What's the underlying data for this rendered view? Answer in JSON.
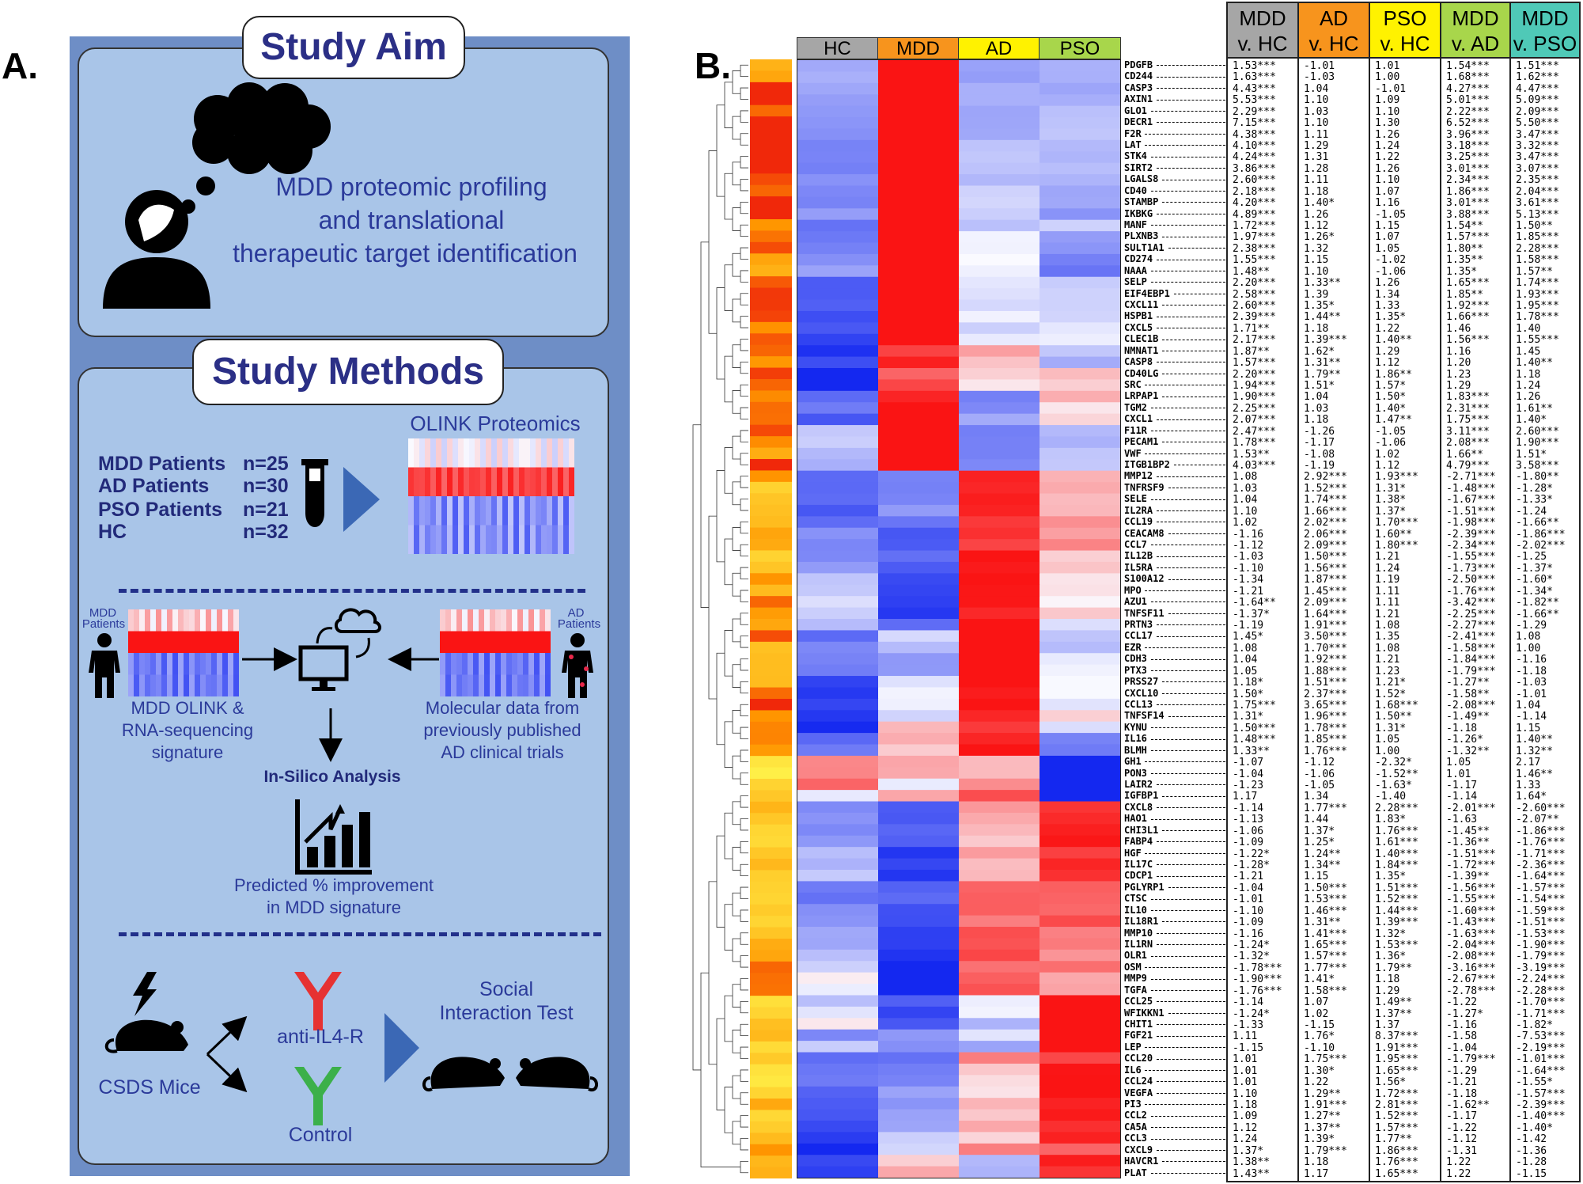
{
  "panel_a": {
    "letter": "A.",
    "aim_title": "Study Aim",
    "aim_text": [
      "MDD proteomic profiling",
      "and translational",
      "therapeutic target identification"
    ],
    "methods_title": "Study Methods",
    "olink_label": "OLINK Proteomics",
    "cohorts": [
      {
        "name": "MDD Patients",
        "n": "n=25"
      },
      {
        "name": "AD Patients",
        "n": "n=30"
      },
      {
        "name": "PSO Patients",
        "n": "n=21"
      },
      {
        "name": "HC",
        "n": "n=32"
      }
    ],
    "mdd_patients_label": [
      "MDD",
      "Patients"
    ],
    "ad_patients_label": [
      "AD",
      "Patients"
    ],
    "mdd_signature_label": [
      "MDD OLINK &",
      "RNA-sequencing",
      "signature"
    ],
    "molecular_label": [
      "Molecular data from",
      "previously published",
      "AD clinical trials"
    ],
    "insilico_label": "In-Silico Analysis",
    "predicted_label": [
      "Predicted % improvement",
      "in MDD signature"
    ],
    "csds_label": "CSDS Mice",
    "treatment_label": "anti-IL4-R",
    "control_label": "Control",
    "social_label": [
      "Social",
      "Interaction Test"
    ],
    "colors": {
      "treatment": "#e63232",
      "control": "#3cb04a",
      "text_blue": "#2b3a9a",
      "navy": "#222a7a"
    }
  },
  "panel_b": {
    "letter": "B.",
    "heatmap_columns": [
      {
        "label": "HC",
        "color": "#a6a6a6"
      },
      {
        "label": "MDD",
        "color": "#f7941d"
      },
      {
        "label": "AD",
        "color": "#fff200"
      },
      {
        "label": "PSO",
        "color": "#a8d64b"
      }
    ],
    "table_headers": [
      {
        "line1": "MDD",
        "line2": "v. HC",
        "color": "#a6a6a6"
      },
      {
        "line1": "AD",
        "line2": "v. HC",
        "color": "#f7941d"
      },
      {
        "line1": "PSO",
        "line2": "v. HC",
        "color": "#fff200"
      },
      {
        "line1": "MDD",
        "line2": "v. AD",
        "color": "#a8d64b"
      },
      {
        "line1": "MDD",
        "line2": "v. PSO",
        "color": "#4fc9b7"
      }
    ],
    "rows": [
      [
        "PDGFB",
        "1.53***",
        "-1.01",
        "1.01",
        "1.54***",
        "1.51***"
      ],
      [
        "CD244",
        "1.63***",
        "-1.03",
        "1.00",
        "1.68***",
        "1.62***"
      ],
      [
        "CASP3",
        "4.43***",
        "1.04",
        "-1.01",
        "4.27***",
        "4.47***"
      ],
      [
        "AXIN1",
        "5.53***",
        "1.10",
        "1.09",
        "5.01***",
        "5.09***"
      ],
      [
        "GLO1",
        "2.29***",
        "1.03",
        "1.10",
        "2.22***",
        "2.09***"
      ],
      [
        "DECR1",
        "7.15***",
        "1.10",
        "1.30",
        "6.52***",
        "5.50***"
      ],
      [
        "F2R",
        "4.38***",
        "1.11",
        "1.26",
        "3.96***",
        "3.47***"
      ],
      [
        "LAT",
        "4.10***",
        "1.29",
        "1.24",
        "3.18***",
        "3.32***"
      ],
      [
        "STK4",
        "4.24***",
        "1.31",
        "1.22",
        "3.25***",
        "3.47***"
      ],
      [
        "SIRT2",
        "3.86***",
        "1.28",
        "1.26",
        "3.01***",
        "3.07***"
      ],
      [
        "LGALS8",
        "2.60***",
        "1.11",
        "1.10",
        "2.34***",
        "2.35***"
      ],
      [
        "CD40",
        "2.18***",
        "1.18",
        "1.07",
        "1.86***",
        "2.04***"
      ],
      [
        "STAMBP",
        "4.20***",
        "1.40*",
        "1.16",
        "3.01***",
        "3.61***"
      ],
      [
        "IKBKG",
        "4.89***",
        "1.26",
        "-1.05",
        "3.88***",
        "5.13***"
      ],
      [
        "MANF",
        "1.72***",
        "1.12",
        "1.15",
        "1.54**",
        "1.50**"
      ],
      [
        "PLXNB3",
        "1.97***",
        "1.26*",
        "1.07",
        "1.57***",
        "1.85***"
      ],
      [
        "SULT1A1",
        "2.38***",
        "1.32",
        "1.05",
        "1.80**",
        "2.28***"
      ],
      [
        "CD274",
        "1.55***",
        "1.15",
        "-1.02",
        "1.35**",
        "1.58***"
      ],
      [
        "NAAA",
        "1.48**",
        "1.10",
        "-1.06",
        "1.35*",
        "1.57**"
      ],
      [
        "SELP",
        "2.20***",
        "1.33**",
        "1.26",
        "1.65***",
        "1.74***"
      ],
      [
        "EIF4EBP1",
        "2.58***",
        "1.39",
        "1.34",
        "1.85**",
        "1.93***"
      ],
      [
        "CXCL11",
        "2.60***",
        "1.35*",
        "1.33",
        "1.92***",
        "1.95***"
      ],
      [
        "HSPB1",
        "2.39***",
        "1.44**",
        "1.35*",
        "1.66***",
        "1.78***"
      ],
      [
        "CXCL5",
        "1.71**",
        "1.18",
        "1.22",
        "1.46",
        "1.40"
      ],
      [
        "CLEC1B",
        "2.17***",
        "1.39***",
        "1.40**",
        "1.56***",
        "1.55***"
      ],
      [
        "NMNAT1",
        "1.87**",
        "1.62*",
        "1.29",
        "1.16",
        "1.45"
      ],
      [
        "CASP8",
        "1.57***",
        "1.31**",
        "1.12",
        "1.20",
        "1.40**"
      ],
      [
        "CD40LG",
        "2.20***",
        "1.79**",
        "1.86**",
        "1.23",
        "1.18"
      ],
      [
        "SRC",
        "1.94***",
        "1.51*",
        "1.57*",
        "1.29",
        "1.24"
      ],
      [
        "LRPAP1",
        "1.90***",
        "1.04",
        "1.50*",
        "1.83***",
        "1.26"
      ],
      [
        "TGM2",
        "2.25***",
        "1.03",
        "1.40*",
        "2.31***",
        "1.61**"
      ],
      [
        "CXCL1",
        "2.07***",
        "1.18",
        "1.47**",
        "1.75***",
        "1.40*"
      ],
      [
        "F11R",
        "2.47***",
        "-1.26",
        "-1.05",
        "3.11***",
        "2.60***"
      ],
      [
        "PECAM1",
        "1.78***",
        "-1.17",
        "-1.06",
        "2.08***",
        "1.90***"
      ],
      [
        "VWF",
        "1.53**",
        "-1.08",
        "1.02",
        "1.66**",
        "1.51*"
      ],
      [
        "ITGB1BP2",
        "4.03***",
        "-1.19",
        "1.12",
        "4.79***",
        "3.58***"
      ],
      [
        "MMP12",
        "1.08",
        "2.92***",
        "1.93***",
        "-2.71***",
        "-1.80**"
      ],
      [
        "TNFRSF9",
        "1.03",
        "1.52***",
        "1.31*",
        "-1.48***",
        "-1.28*"
      ],
      [
        "SELE",
        "1.04",
        "1.74***",
        "1.38*",
        "-1.67***",
        "-1.33*"
      ],
      [
        "IL2RA",
        "1.10",
        "1.66***",
        "1.37*",
        "-1.51***",
        "-1.24"
      ],
      [
        "CCL19",
        "1.02",
        "2.02***",
        "1.70***",
        "-1.98***",
        "-1.66**"
      ],
      [
        "CEACAM8",
        "-1.16",
        "2.06***",
        "1.60**",
        "-2.39***",
        "-1.86***"
      ],
      [
        "CCL7",
        "-1.12",
        "2.09***",
        "1.80***",
        "-2.34***",
        "-2.02***"
      ],
      [
        "IL12B",
        "-1.03",
        "1.50***",
        "1.21",
        "-1.55***",
        "-1.25"
      ],
      [
        "IL5RA",
        "-1.10",
        "1.56***",
        "1.24",
        "-1.73***",
        "-1.37*"
      ],
      [
        "S100A12",
        "-1.34",
        "1.87***",
        "1.19",
        "-2.50***",
        "-1.60*"
      ],
      [
        "MPO",
        "-1.21",
        "1.45***",
        "1.11",
        "-1.76***",
        "-1.34*"
      ],
      [
        "AZU1",
        "-1.64**",
        "2.09***",
        "1.11",
        "-3.42***",
        "-1.82**"
      ],
      [
        "TNFSF11",
        "-1.37*",
        "1.64***",
        "1.21",
        "-2.25***",
        "-1.66**"
      ],
      [
        "PRTN3",
        "-1.19",
        "1.91***",
        "1.08",
        "-2.27***",
        "-1.29"
      ],
      [
        "CCL17",
        "1.45*",
        "3.50***",
        "1.35",
        "-2.41***",
        "1.08"
      ],
      [
        "EZR",
        "1.08",
        "1.70***",
        "1.08",
        "-1.58***",
        "1.00"
      ],
      [
        "CDH3",
        "1.04",
        "1.92***",
        "1.21",
        "-1.84***",
        "-1.16"
      ],
      [
        "PTX3",
        "1.05",
        "1.88***",
        "1.23",
        "-1.79***",
        "-1.18"
      ],
      [
        "PRSS27",
        "1.18*",
        "1.51***",
        "1.21*",
        "-1.27**",
        "-1.03"
      ],
      [
        "CXCL10",
        "1.50*",
        "2.37***",
        "1.52*",
        "-1.58**",
        "-1.01"
      ],
      [
        "CCL13",
        "1.75***",
        "3.65***",
        "1.68***",
        "-2.08***",
        "1.04"
      ],
      [
        "TNFSF14",
        "1.31*",
        "1.96***",
        "1.50**",
        "-1.49**",
        "-1.14"
      ],
      [
        "KYNU",
        "1.50***",
        "1.78***",
        "1.31*",
        "-1.18",
        "1.15"
      ],
      [
        "IL16",
        "1.48***",
        "1.85***",
        "1.05",
        "-1.26*",
        "1.40**"
      ],
      [
        "BLMH",
        "1.33**",
        "1.76***",
        "1.00",
        "-1.32**",
        "1.32**"
      ],
      [
        "GH1",
        "-1.07",
        "-1.12",
        "-2.32*",
        "1.05",
        "2.17"
      ],
      [
        "PON3",
        "-1.04",
        "-1.06",
        "-1.52**",
        "1.01",
        "1.46**"
      ],
      [
        "LAIR2",
        "-1.23",
        "-1.05",
        "-1.63*",
        "-1.17",
        "1.33"
      ],
      [
        "IGFBP1",
        "1.17",
        "1.34",
        "-1.40",
        "-1.14",
        "1.64*"
      ],
      [
        "CXCL8",
        "-1.14",
        "1.77***",
        "2.28***",
        "-2.01***",
        "-2.60***"
      ],
      [
        "HAO1",
        "-1.13",
        "1.44",
        "1.83*",
        "-1.63",
        "-2.07**"
      ],
      [
        "CHI3L1",
        "-1.06",
        "1.37*",
        "1.76***",
        "-1.45**",
        "-1.86***"
      ],
      [
        "FABP4",
        "-1.09",
        "1.25*",
        "1.61***",
        "-1.36**",
        "-1.76***"
      ],
      [
        "HGF",
        "-1.22*",
        "1.24**",
        "1.40***",
        "-1.51***",
        "-1.71***"
      ],
      [
        "IL17C",
        "-1.28*",
        "1.34**",
        "1.84***",
        "-1.72***",
        "-2.36***"
      ],
      [
        "CDCP1",
        "-1.21",
        "1.15",
        "1.35*",
        "-1.39**",
        "-1.64***"
      ],
      [
        "PGLYRP1",
        "-1.04",
        "1.50***",
        "1.51***",
        "-1.56***",
        "-1.57***"
      ],
      [
        "CTSC",
        "-1.01",
        "1.53***",
        "1.52***",
        "-1.55***",
        "-1.54***"
      ],
      [
        "IL10",
        "-1.10",
        "1.46***",
        "1.44***",
        "-1.60***",
        "-1.59***"
      ],
      [
        "IL18R1",
        "-1.09",
        "1.31**",
        "1.39***",
        "-1.43***",
        "-1.51***"
      ],
      [
        "MMP10",
        "-1.16",
        "1.41***",
        "1.32*",
        "-1.63***",
        "-1.53***"
      ],
      [
        "IL1RN",
        "-1.24*",
        "1.65***",
        "1.53***",
        "-2.04***",
        "-1.90***"
      ],
      [
        "OLR1",
        "-1.32*",
        "1.57***",
        "1.36*",
        "-2.08***",
        "-1.79***"
      ],
      [
        "OSM",
        "-1.78***",
        "1.77***",
        "1.79**",
        "-3.16***",
        "-3.19***"
      ],
      [
        "MMP9",
        "-1.90***",
        "1.41*",
        "1.18",
        "-2.67***",
        "-2.24***"
      ],
      [
        "TGFA",
        "-1.76***",
        "1.58***",
        "1.29",
        "-2.78***",
        "-2.28***"
      ],
      [
        "CCL25",
        "-1.14",
        "1.07",
        "1.49**",
        "-1.22",
        "-1.70***"
      ],
      [
        "WFIKKN1",
        "-1.24*",
        "1.02",
        "1.37**",
        "-1.27*",
        "-1.71***"
      ],
      [
        "CHIT1",
        "-1.33",
        "-1.15",
        "1.37",
        "-1.16",
        "-1.82*"
      ],
      [
        "FGF21",
        "1.11",
        "1.76*",
        "8.37***",
        "-1.58",
        "-7.53***"
      ],
      [
        "LEP",
        "-1.15",
        "-1.10",
        "1.91***",
        "-1.04",
        "-2.19***"
      ],
      [
        "CCL20",
        "1.01",
        "1.75***",
        "1.95***",
        "-1.79***",
        "-1.01***"
      ],
      [
        "IL6",
        "1.01",
        "1.30*",
        "1.65***",
        "-1.29",
        "-1.64***"
      ],
      [
        "CCL24",
        "1.01",
        "1.22",
        "1.56*",
        "-1.21",
        "-1.55*"
      ],
      [
        "VEGFA",
        "1.10",
        "1.29**",
        "1.72***",
        "-1.18",
        "-1.57***"
      ],
      [
        "PI3",
        "1.18",
        "1.91***",
        "2.81***",
        "-1.62**",
        "-2.39***"
      ],
      [
        "CCL2",
        "1.09",
        "1.27**",
        "1.52***",
        "-1.17",
        "-1.40***"
      ],
      [
        "CA5A",
        "1.12",
        "1.37**",
        "1.57***",
        "-1.22",
        "-1.40*"
      ],
      [
        "CCL3",
        "1.24",
        "1.39*",
        "1.77**",
        "-1.12",
        "-1.42"
      ],
      [
        "CXCL9",
        "1.37*",
        "1.79***",
        "1.86***",
        "-1.31",
        "-1.36"
      ],
      [
        "HAVCR1",
        "1.38**",
        "1.18",
        "1.76***",
        "1.22",
        "-1.28"
      ],
      [
        "PLAT",
        "1.43**",
        "1.17",
        "1.65***",
        "1.22",
        "-1.15"
      ]
    ]
  }
}
